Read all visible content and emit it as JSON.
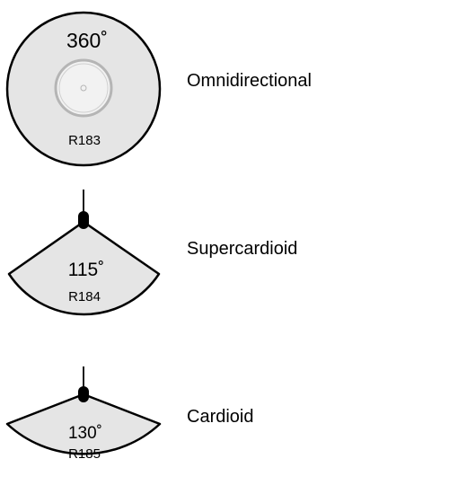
{
  "patterns": [
    {
      "name": "Omnidirectional",
      "angle": "360˚",
      "model": "R183",
      "icon": "circle-omni-icon"
    },
    {
      "name": "Supercardioid",
      "angle": "115˚",
      "model": "R184",
      "icon": "supercardioid-fan-icon"
    },
    {
      "name": "Cardioid",
      "angle": "130˚",
      "model": "R185",
      "icon": "cardioid-fan-icon"
    }
  ],
  "colors": {
    "fill": "#e5e5e5",
    "stroke": "#000000",
    "inner_fill": "#f2f2f2",
    "inner_ring": "#b5b5b5"
  }
}
